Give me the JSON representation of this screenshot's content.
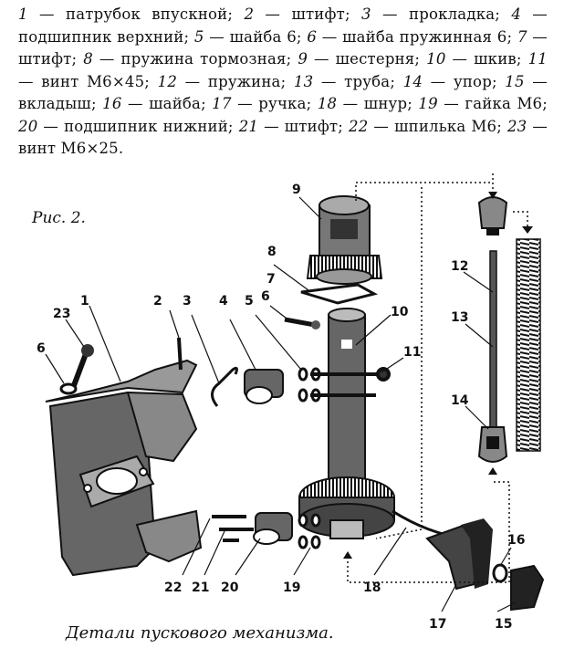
{
  "legend": [
    {
      "n": "1",
      "t": "патрубок впускной;"
    },
    {
      "n": "2",
      "t": "штифт;"
    },
    {
      "n": "3",
      "t": "прокладка;"
    },
    {
      "n": "4",
      "t": "подшипник верхний;"
    },
    {
      "n": "5",
      "t": "шайба 6;"
    },
    {
      "n": "6",
      "t": "шайба пружинная 6;"
    },
    {
      "n": "7",
      "t": "штифт;"
    },
    {
      "n": "8",
      "t": "пружина тормозная;"
    },
    {
      "n": "9",
      "t": "шестерня;"
    },
    {
      "n": "10",
      "t": "шкив;"
    },
    {
      "n": "11",
      "t": "винт М6×45;"
    },
    {
      "n": "12",
      "t": "пружина;"
    },
    {
      "n": "13",
      "t": "труба;"
    },
    {
      "n": "14",
      "t": "упор;"
    },
    {
      "n": "15",
      "t": "вкладыш;"
    },
    {
      "n": "16",
      "t": "шайба;"
    },
    {
      "n": "17",
      "t": "ручка;"
    },
    {
      "n": "18",
      "t": "шнур;"
    },
    {
      "n": "19",
      "t": "гайка М6;"
    },
    {
      "n": "20",
      "t": "подшипник нижний;"
    },
    {
      "n": "21",
      "t": "штифт;"
    },
    {
      "n": "22",
      "t": "шпилька М6;"
    },
    {
      "n": "23",
      "t": "винт М6×25."
    }
  ],
  "figure_label": "Рис. 2.",
  "caption": "Детали пускового механизма.",
  "callouts": {
    "c1": "1",
    "c2": "2",
    "c3": "3",
    "c4": "4",
    "c5": "5",
    "c6a": "6",
    "c6b": "6",
    "c7": "7",
    "c8": "8",
    "c9": "9",
    "c10": "10",
    "c11": "11",
    "c12": "12",
    "c13": "13",
    "c14": "14",
    "c15": "15",
    "c16": "16",
    "c17": "17",
    "c18": "18",
    "c19": "19",
    "c20": "20",
    "c21": "21",
    "c22": "22",
    "c23": "23"
  }
}
